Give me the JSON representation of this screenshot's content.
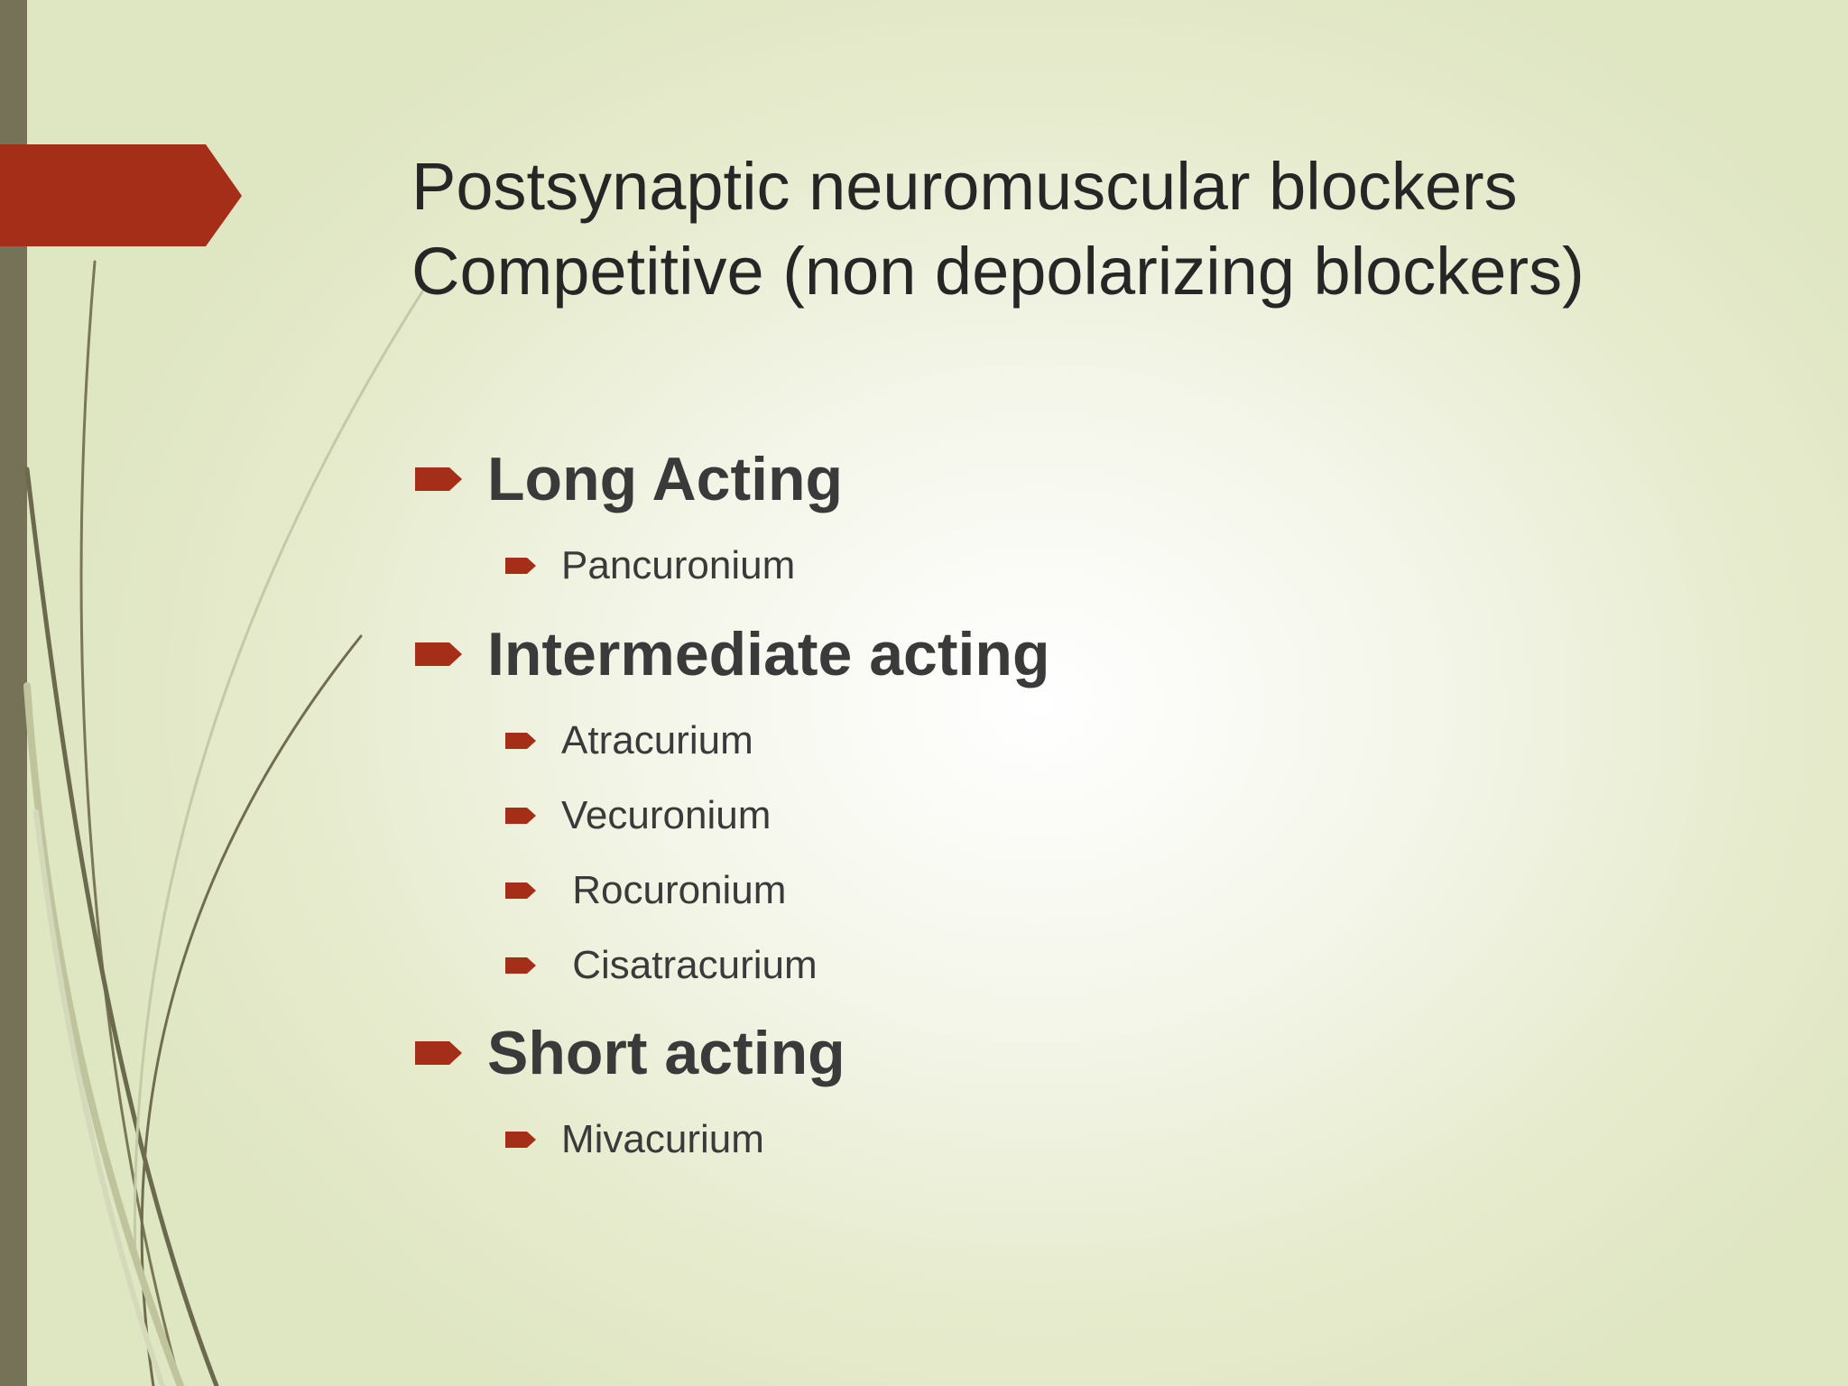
{
  "slide": {
    "title_line_1": "Postsynaptic neuromuscular blockers",
    "title_line_2": "Competitive (non depolarizing blockers)",
    "groups": [
      {
        "heading": "Long Acting",
        "items": [
          "Pancuronium"
        ]
      },
      {
        "heading": "Intermediate acting",
        "items": [
          "Atracurium",
          "Vecuronium",
          " Rocuronium",
          " Cisatracurium"
        ]
      },
      {
        "heading": "Short acting",
        "items": [
          "Mivacurium"
        ]
      }
    ]
  },
  "colors": {
    "accent": "#a52e18",
    "side_bar": "#757257",
    "text": "#262626"
  },
  "icons": {
    "bullet": "arrow-bullet-icon"
  }
}
